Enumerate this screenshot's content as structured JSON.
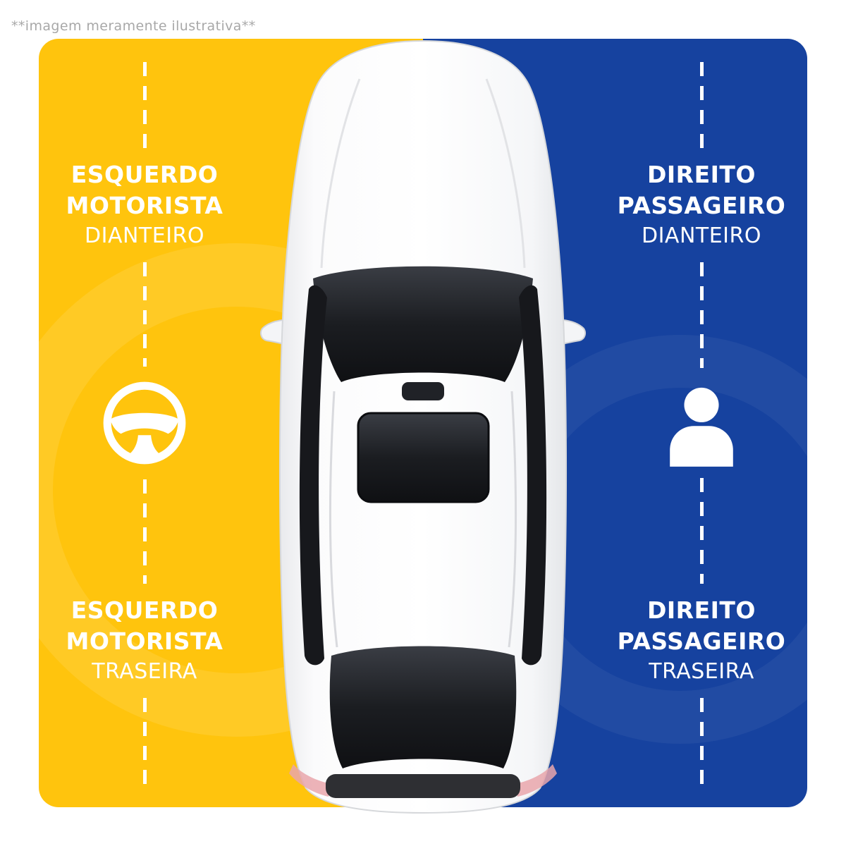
{
  "disclaimer": "**imagem meramente ilustrativa**",
  "colors": {
    "panel_yellow": "#ffc40d",
    "panel_blue": "#16429f",
    "label_text": "#ffffff",
    "disclaimer_text": "#a8a8a8"
  },
  "left_panel": {
    "side": "yellow",
    "icon": "steering-wheel-icon",
    "front_label": {
      "bold1": "ESQUERDO",
      "bold2": "MOTORISTA",
      "light": "DIANTEIRO"
    },
    "rear_label": {
      "bold1": "ESQUERDO",
      "bold2": "MOTORISTA",
      "light": "TRASEIRA"
    }
  },
  "right_panel": {
    "side": "blue",
    "icon": "person-icon",
    "front_label": {
      "bold1": "DIREITO",
      "bold2": "PASSAGEIRO",
      "light": "DIANTEIRO"
    },
    "rear_label": {
      "bold1": "DIREITO",
      "bold2": "PASSAGEIRO",
      "light": "TRASEIRA"
    }
  },
  "center": {
    "image": "white-car-top-view"
  }
}
